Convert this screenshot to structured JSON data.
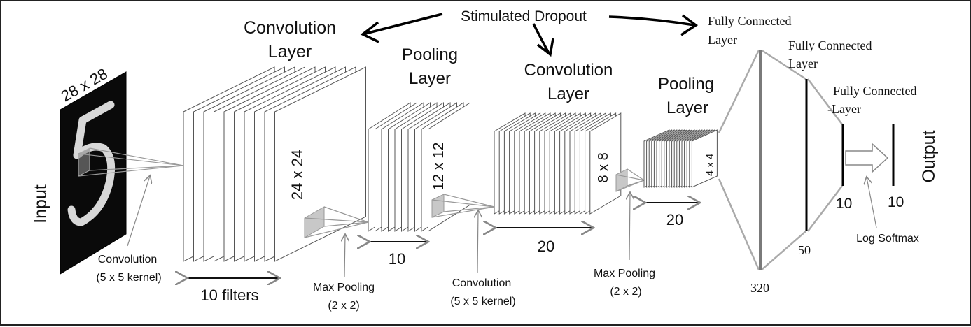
{
  "input": {
    "label": "Input",
    "size": "28 x 28"
  },
  "dropout": {
    "label": "Stimulated Dropout"
  },
  "conv1": {
    "title_line1": "Convolution",
    "title_line2": "Layer",
    "size": "24 x 24",
    "count": "10 filters",
    "kernel_line1": "Convolution",
    "kernel_line2": "(5 x 5 kernel)"
  },
  "pool1": {
    "title_line1": "Pooling",
    "title_line2": "Layer",
    "size": "12 x 12",
    "count": "10",
    "op_line1": "Max Pooling",
    "op_line2": "(2 x 2)"
  },
  "conv2": {
    "title_line1": "Convolution",
    "title_line2": "Layer",
    "size": "8 x 8",
    "count": "20",
    "kernel_line1": "Convolution",
    "kernel_line2": "(5 x 5 kernel)"
  },
  "pool2": {
    "title_line1": "Pooling",
    "title_line2": "Layer",
    "size": "4 x 4",
    "count": "20",
    "op_line1": "Max Pooling",
    "op_line2": "(2 x 2)"
  },
  "fc1": {
    "line1": "Fully Connected",
    "line2": "Layer",
    "units": "320"
  },
  "fc2": {
    "line1": "Fully Connected",
    "line2": "Layer",
    "units": "50"
  },
  "fc3": {
    "line1": "Fully Connected",
    "line2": "-Layer",
    "units": "10"
  },
  "softmax": {
    "label": "Log Softmax"
  },
  "output": {
    "label": "Output",
    "units": "10"
  }
}
